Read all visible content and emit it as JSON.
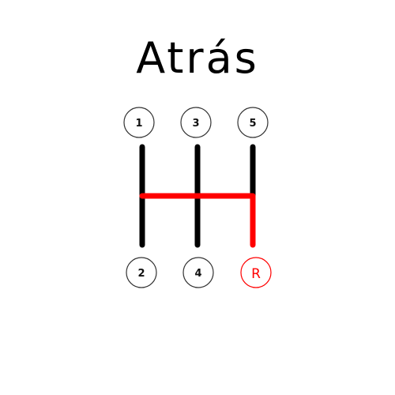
{
  "title": "Atrás",
  "colors": {
    "rod": "#000000",
    "path": "#ff0000",
    "circle_stroke": "#333333",
    "label": "#111111",
    "highlight": "#ff0000"
  },
  "gears": {
    "top": [
      "1",
      "3",
      "5"
    ],
    "bottom": [
      "2",
      "4",
      "R"
    ]
  },
  "highlighted_gear": "R"
}
